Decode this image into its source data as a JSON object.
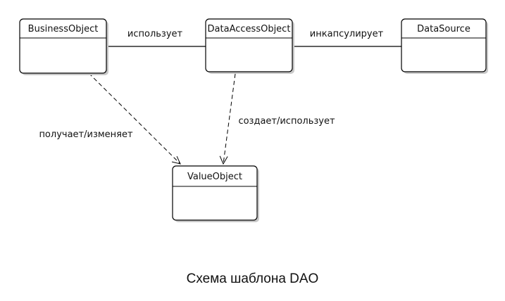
{
  "diagram": {
    "classes": {
      "business_object": "BusinessObject",
      "data_access_object": "DataAccessObject",
      "data_source": "DataSource",
      "value_object": "ValueObject"
    },
    "relations": {
      "uses": "использует",
      "encapsulates": "инкапсулирует",
      "gets_modifies": "получает/изменяет",
      "creates_uses": "создает/использует"
    }
  },
  "caption": "Схема шаблона DAO"
}
